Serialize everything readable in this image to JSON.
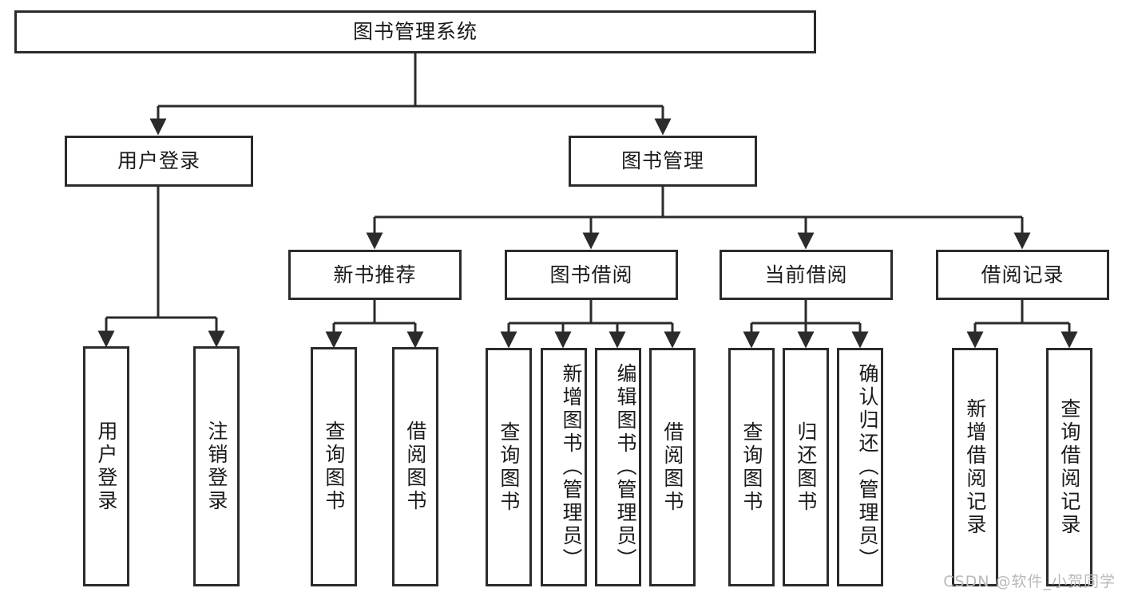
{
  "diagram": {
    "title": "图书管理系统",
    "type": "tree-hierarchy-diagram",
    "colors": {
      "border": "#2b2b2b",
      "background": "#ffffff",
      "text": "#1a1a1a",
      "watermark": "#b9b9b9"
    },
    "root": {
      "id": "root",
      "label": "图书管理系统"
    },
    "level2": [
      {
        "id": "user-login",
        "label": "用户登录"
      },
      {
        "id": "book-management",
        "label": "图书管理"
      }
    ],
    "level3": [
      {
        "id": "new-book-recommend",
        "label": "新书推荐"
      },
      {
        "id": "book-borrow",
        "label": "图书借阅"
      },
      {
        "id": "current-borrow",
        "label": "当前借阅"
      },
      {
        "id": "borrow-record",
        "label": "借阅记录"
      }
    ],
    "leaves": {
      "user-login": [
        {
          "id": "leaf-user-login",
          "label": "用户登录"
        },
        {
          "id": "leaf-logout-login",
          "label": "注销登录"
        }
      ],
      "new-book-recommend": [
        {
          "id": "leaf-query-book-1",
          "label": "查询图书"
        },
        {
          "id": "leaf-borrow-book-1",
          "label": "借阅图书"
        }
      ],
      "book-borrow": [
        {
          "id": "leaf-query-book-2",
          "label": "查询图书"
        },
        {
          "id": "leaf-add-book-admin",
          "label": "新增图书（管理员）"
        },
        {
          "id": "leaf-edit-book-admin",
          "label": "编辑图书（管理员）"
        },
        {
          "id": "leaf-borrow-book-2",
          "label": "借阅图书"
        }
      ],
      "current-borrow": [
        {
          "id": "leaf-query-book-3",
          "label": "查询图书"
        },
        {
          "id": "leaf-return-book",
          "label": "归还图书"
        },
        {
          "id": "leaf-confirm-return-admin",
          "label": "确认归还（管理员）"
        }
      ],
      "borrow-record": [
        {
          "id": "leaf-add-borrow-record",
          "label": "新增借阅记录"
        },
        {
          "id": "leaf-query-borrow-record",
          "label": "查询借阅记录"
        }
      ]
    }
  },
  "watermark": {
    "text": "CSDN @软件_小贺同学"
  }
}
